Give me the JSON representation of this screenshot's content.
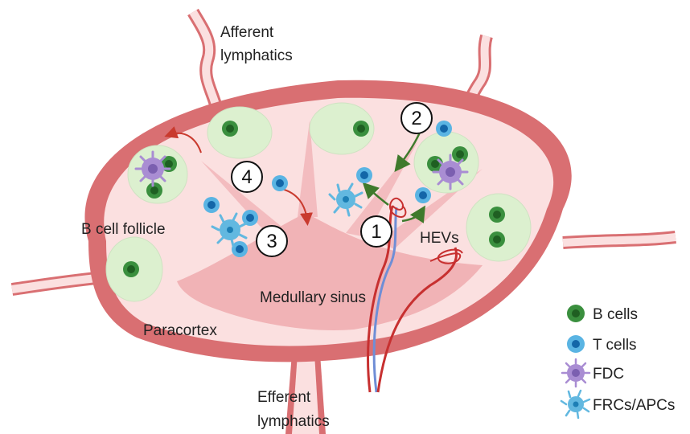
{
  "labels": {
    "afferent_line1": "Afferent",
    "afferent_line2": "lymphatics",
    "efferent_line1": "Efferent",
    "efferent_line2": "lymphatics",
    "b_cell_follicle": "B cell follicle",
    "paracortex": "Paracortex",
    "medullary_sinus": "Medullary sinus",
    "hevs": "HEVs"
  },
  "steps": [
    "1",
    "2",
    "3",
    "4"
  ],
  "legend": [
    {
      "label": "B cells",
      "icon": "b-cell-icon"
    },
    {
      "label": "T cells",
      "icon": "t-cell-icon"
    },
    {
      "label": "FDC",
      "icon": "fdc-icon"
    },
    {
      "label": "FRCs/APCs",
      "icon": "frc-apc-icon"
    }
  ],
  "colors": {
    "capsule": "#d96f72",
    "tissue": "#fbe0e0",
    "sinus": "#f1b3b6",
    "follicle": "#dcf0cf",
    "b_cell": "#3a8f3e",
    "b_cell_core": "#1f5f22",
    "t_cell": "#5ab4e3",
    "t_cell_core": "#1366a8",
    "fdc": "#a98dd3",
    "frc": "#62b8e0",
    "artery": "#c73030",
    "vein": "#6f8ed6",
    "arrow_red": "#c93a2e",
    "arrow_green": "#3f7a2c"
  }
}
